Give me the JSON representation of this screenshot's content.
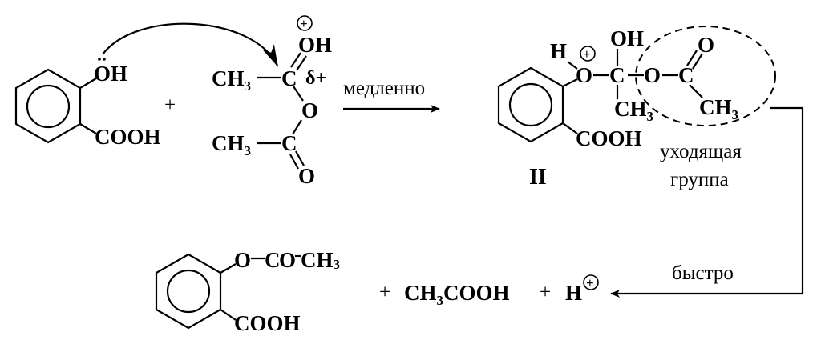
{
  "reactant1": {
    "oh": "OH",
    "cooh": "COOH"
  },
  "plus1": "+",
  "reactant2": {
    "oh": "OH",
    "charge": "+",
    "ch3_top": "CH",
    "ch3_top_sub": "3",
    "c_top": "C",
    "delta": "δ+",
    "o_mid": "O",
    "ch3_bottom": "CH",
    "ch3_bottom_sub": "3",
    "c_bottom": "C",
    "o_bottom": "O"
  },
  "arrow1_label": "медленно",
  "intermediate": {
    "h": "H",
    "charge": "+",
    "o_left": "O",
    "c_center": "C",
    "oh_top": "OH",
    "ch3": "CH",
    "ch3_sub": "3",
    "o_right": "O",
    "c_right": "C",
    "o_top": "O",
    "ch3_right": "CH",
    "ch3_right_sub": "3",
    "cooh": "COOH",
    "label": "II"
  },
  "leaving_group_label": [
    "уходящая",
    "группа"
  ],
  "arrow2_label": "быстро",
  "product": {
    "o": "O",
    "c": "C",
    "o2": "O",
    "ch3": "CH",
    "ch3_sub": "3",
    "cooh": "COOH",
    "plus_a": "+",
    "acetic_a": "CH",
    "acetic_sub": "3",
    "acetic_b": "COOH",
    "plus_b": "+",
    "h": "H",
    "h_charge": "+"
  }
}
